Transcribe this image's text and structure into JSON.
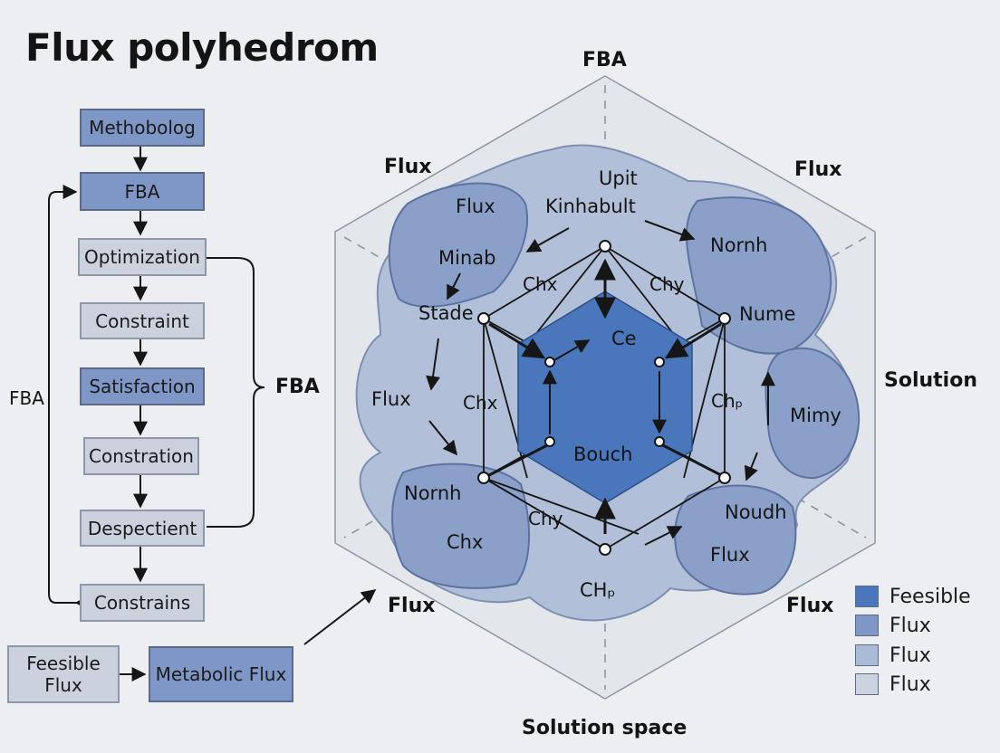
{
  "title": "Flux polyhedrom",
  "flowchart": {
    "boxes": [
      "Methobolog",
      "FBA",
      "Optimization",
      "Constraint",
      "Satisfaction",
      "Constration",
      "Despectient",
      "Constrains"
    ],
    "left_label": "FBA",
    "brace_label": "FBA",
    "bottom_left_box": "Feesible Flux",
    "bottom_right_box": "Metabolic Flux"
  },
  "polyhedron": {
    "outer_labels": {
      "top": "FBA",
      "upper_left": "Flux",
      "upper_right": "Flux",
      "right": "Solution",
      "lower_left": "Flux",
      "lower_right": "Flux",
      "bottom": "Solution space"
    },
    "region_labels": {
      "top_region_line1": "Upit",
      "top_region_line2": "Kinhabult",
      "upper_left_lobe": "Flux",
      "upper_left_lobe_inner": "Minab",
      "upper_right_lobe": "Nornh",
      "node_upper_left": "Stade",
      "node_upper_right": "Nume",
      "left_region": "Flux",
      "right_lobe": "Mimy",
      "lower_left_lobe_top": "Nornh",
      "lower_left_lobe_bottom": "Chx",
      "lower_right_lobe_top": "Noudh",
      "lower_right_lobe_bottom": "Flux",
      "bottom_node": "CHₚ"
    },
    "edge_labels": {
      "top_left": "Chx",
      "top_right": "Chy",
      "left": "Chx",
      "right": "Chₚ",
      "bottom_left": "Chy"
    },
    "core_labels": {
      "upper": "Ce",
      "lower": "Bouch"
    }
  },
  "legend": [
    {
      "label": "Feesible",
      "color": "#4a76bb"
    },
    {
      "label": "Flux",
      "color": "#7f97c6"
    },
    {
      "label": "Flux",
      "color": "#a9bbd6"
    },
    {
      "label": "Flux",
      "color": "#cdd2df"
    }
  ]
}
